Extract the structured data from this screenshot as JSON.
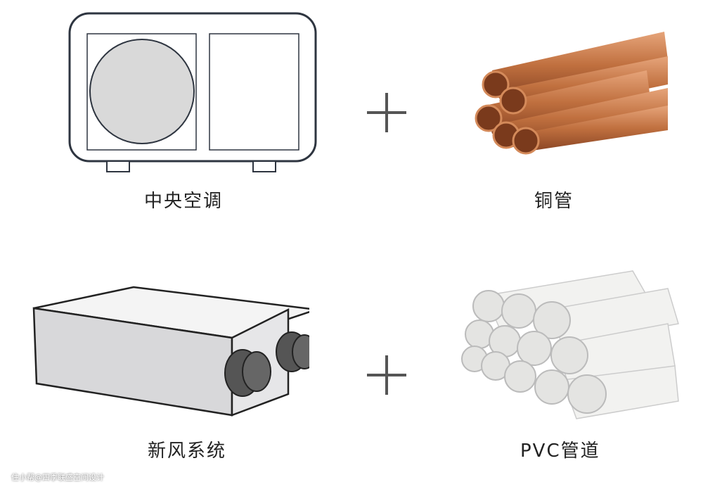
{
  "items": [
    {
      "label": "中央空调"
    },
    {
      "label": "铜管"
    },
    {
      "label": "新风系统"
    },
    {
      "label": "PVC管道"
    }
  ],
  "watermark": "住小帮@四季联盛空间设计",
  "colors": {
    "copper": "#c0703f",
    "pvc": "#f2f2f0",
    "outline": "#2e3540"
  }
}
